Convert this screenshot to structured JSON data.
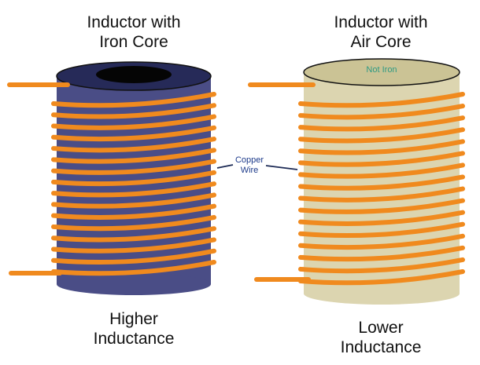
{
  "left": {
    "title": "Inductor with\nIron Core",
    "caption": "Higher\nInductance",
    "core_color": "#4a4d86",
    "core_top_color": "#262a58",
    "hole_color": "#050505"
  },
  "right": {
    "title": "Inductor with\nAir Core",
    "caption": "Lower\nInductance",
    "core_label": "Not Iron",
    "core_color": "#dcd5b0",
    "core_top_color": "#cbc395"
  },
  "callout": {
    "label": "Copper\nWire"
  },
  "colors": {
    "wire": "#f08a1e",
    "outline": "#111111"
  }
}
